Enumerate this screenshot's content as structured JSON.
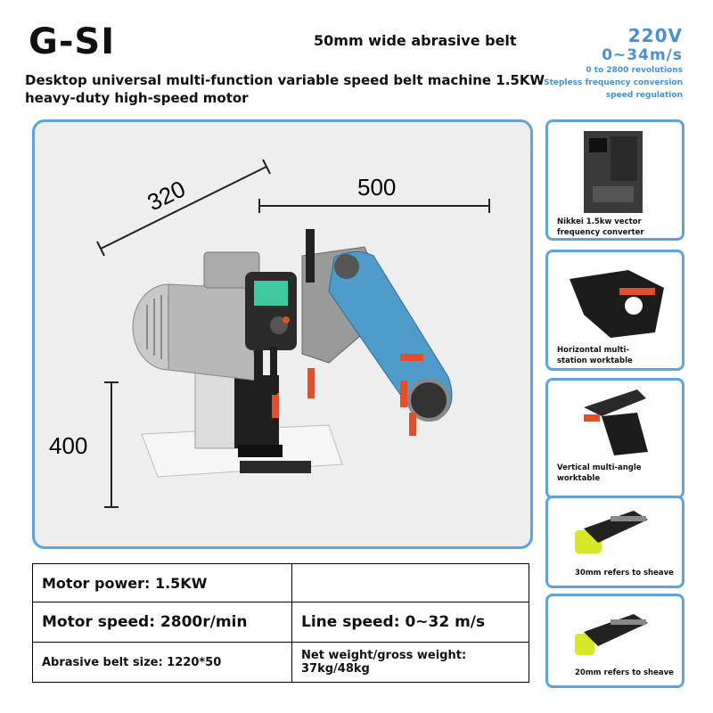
{
  "header": {
    "brand": "G-SI",
    "belt_title": "50mm wide abrasive belt",
    "subtitle": "Desktop universal multi-function variable speed belt machine 1.5KW heavy-duty high-speed motor"
  },
  "specs_right": {
    "voltage": "220V",
    "speed_range": "0~34m/s",
    "revolutions": "0 to 2800 revolutions",
    "regulation_line1": "Stepless frequency conversion",
    "regulation_line2": "speed regulation"
  },
  "dimensions": {
    "width": "320",
    "length": "500",
    "height": "400"
  },
  "accessories": [
    {
      "caption": [
        "Nikkei 1.5kw vector",
        "frequency converter"
      ]
    },
    {
      "caption": [
        "Horizontal multi-",
        "station worktable"
      ]
    },
    {
      "caption": [
        "Vertical multi-angle",
        "worktable"
      ]
    },
    {
      "caption": [
        "30mm refers to sheave"
      ]
    },
    {
      "caption": [
        "20mm refers to sheave"
      ]
    }
  ],
  "spec_table": {
    "motor_power": "Motor power: 1.5KW",
    "motor_speed": "Motor speed: 2800r/min",
    "line_speed": "Line speed: 0~32 m/s",
    "belt_size": "Abrasive belt size: 1220*50",
    "weight": "Net weight/gross weight: 37kg/48kg"
  },
  "colors": {
    "accent": "#5fa3de",
    "belt": "#4f9bc9",
    "handle": "#e0502a"
  }
}
